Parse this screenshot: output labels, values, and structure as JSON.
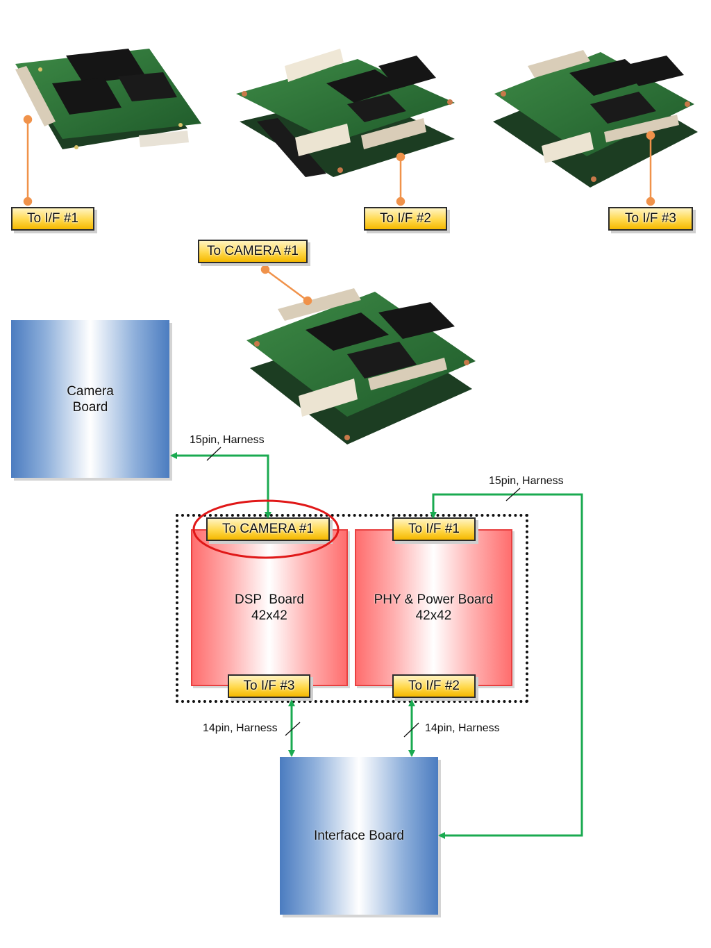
{
  "photos": {
    "board1": "To I/F #1",
    "board2": "To I/F #2",
    "board3": "To I/F #3",
    "camera": "To CAMERA #1"
  },
  "diagram": {
    "camera_board": [
      "Camera",
      "Board"
    ],
    "dsp_board": [
      "DSP  Board",
      "42x42"
    ],
    "phy_board": [
      "PHY & Power Board",
      "42x42"
    ],
    "interface_board": "Interface Board",
    "dsp_top_connector": "To CAMERA #1",
    "dsp_bottom_connector": "To I/F #3",
    "phy_top_connector": "To I/F #1",
    "phy_bottom_connector": "To I/F #2"
  },
  "harness_labels": {
    "camera_link": "15pin, Harness",
    "phy_interface_link": "15pin, Harness",
    "dsp_interface_link": "14pin, Harness",
    "phy_bottom_link": "14pin, Harness"
  },
  "colors": {
    "connector_line": "#f0924a",
    "link_arrow": "#1aaa50",
    "highlight_ellipse": "#e01818",
    "pcb_green": "#2f7a3a"
  }
}
